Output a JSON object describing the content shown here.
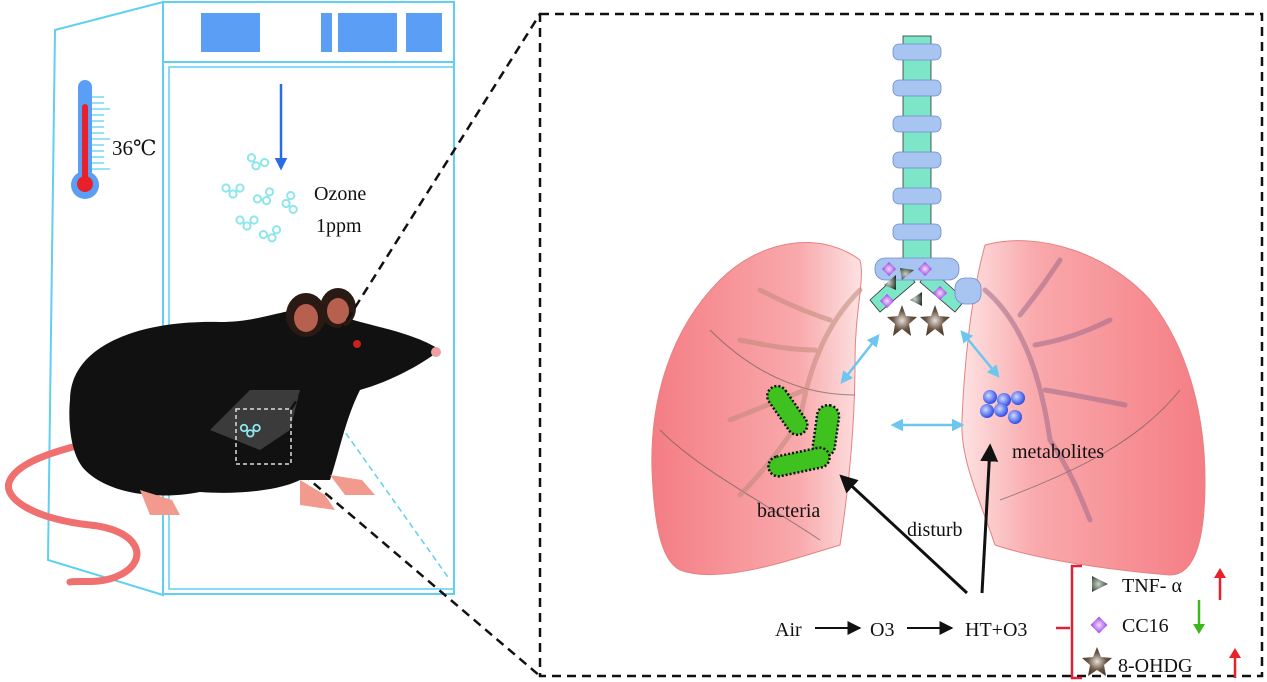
{
  "incubator": {
    "temperature_label": "36℃",
    "gas_label_line1": "Ozone",
    "gas_label_line2": "1ppm"
  },
  "lung_panel": {
    "bacteria_label": "bacteria",
    "metabolites_label": "metabolites",
    "disturb_label": "disturb"
  },
  "flow": {
    "step1": "Air",
    "step2": "O3",
    "step3": "HT+O3"
  },
  "legend": {
    "items": [
      {
        "marker": "triangle-marker",
        "label": "TNF- α",
        "trend": "up",
        "trend_color": "#e8202a"
      },
      {
        "marker": "diamond-marker",
        "label": "CC16",
        "trend": "down",
        "trend_color": "#3cb81e"
      },
      {
        "marker": "star-marker",
        "label": "8-OHDG",
        "trend": "up",
        "trend_color": "#e8202a"
      }
    ]
  },
  "colors": {
    "incubator_line": "#5fd0f0",
    "panel_blue": "#5a9ef5",
    "thermo_red": "#e8202a",
    "lung_pink": "#f58a8e",
    "bacteria_green": "#3fc21f",
    "metabolite_blue": "#3a5cf0",
    "bracket_red": "#e0203a"
  }
}
